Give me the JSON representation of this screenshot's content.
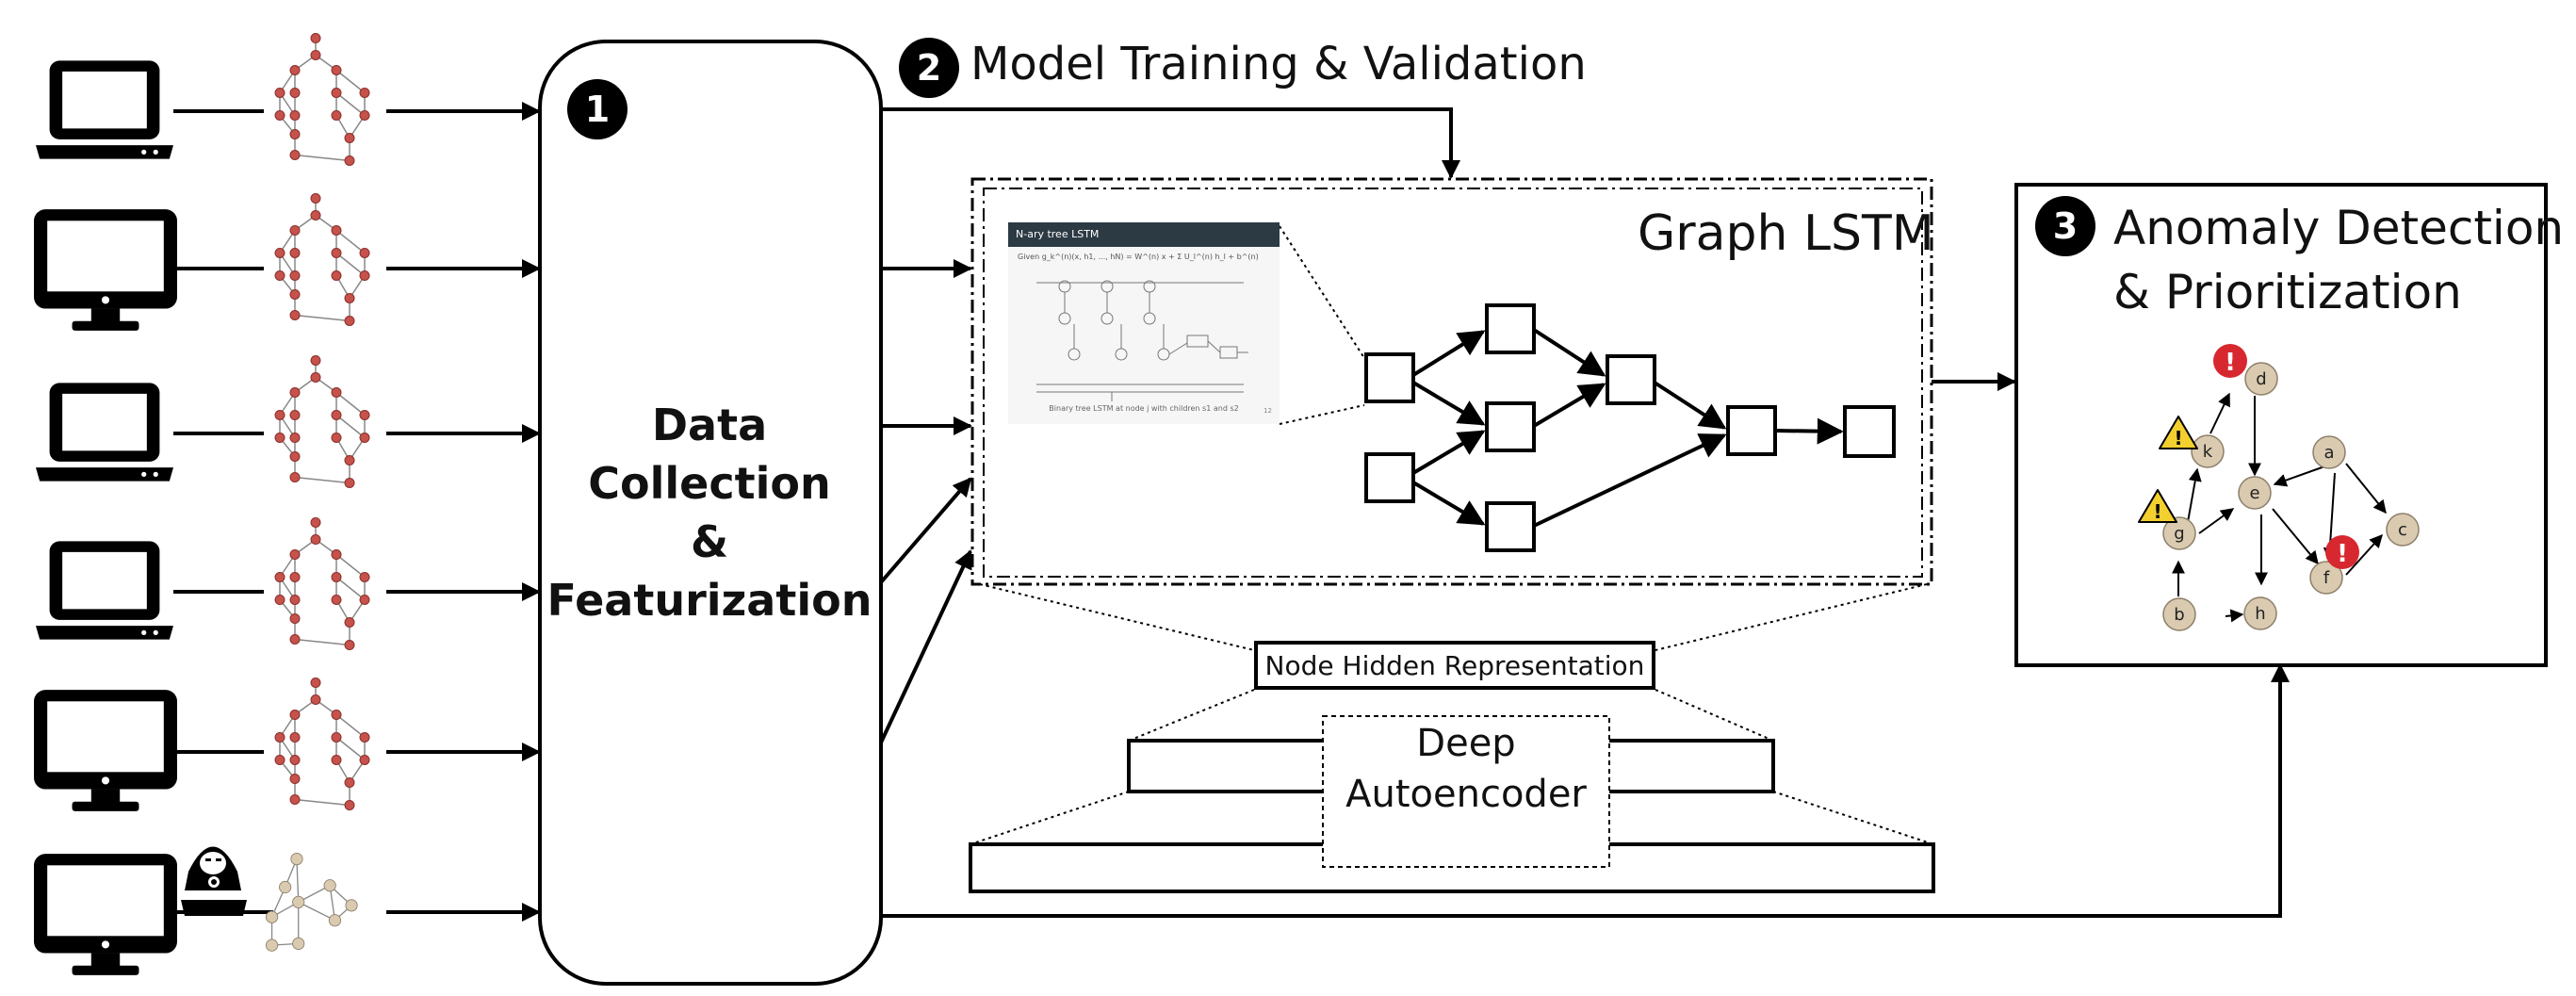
{
  "stages": {
    "s1": {
      "badge": "1",
      "label_lines": [
        "Data",
        "Collection",
        "&",
        "Featurization"
      ]
    },
    "s2": {
      "badge": "2",
      "title": "Model Training & Validation"
    },
    "s3": {
      "badge": "3",
      "title_lines": [
        "Anomaly Detection",
        "& Prioritization"
      ]
    }
  },
  "graph_lstm": {
    "title": "Graph LSTM",
    "slide_header": "N-ary tree LSTM",
    "slide_formula": "Given g_k^(n)(x, h1, ..., hN) = W^(n) x + Σ U_l^(n) h_l + b^(n)",
    "slide_caption": "Binary tree LSTM at node j with children s1 and s2",
    "slide_page": "12"
  },
  "node_hidden_representation": "Node Hidden Representation",
  "autoencoder_lines": [
    "Deep",
    "Autoencoder"
  ],
  "provenance_graph": {
    "nodes": [
      "a",
      "b",
      "c",
      "d",
      "e",
      "f",
      "g",
      "h",
      "k"
    ],
    "alert_critical_symbol": "!",
    "alert_warning_symbol": "!"
  },
  "colors": {
    "node_red": "#c6524c",
    "node_tan": "#d9cab0",
    "alert_red": "#d7282f",
    "warning_yellow": "#f3d02f"
  },
  "icons": [
    "laptop-icon",
    "desktop-icon",
    "hacker-icon"
  ]
}
